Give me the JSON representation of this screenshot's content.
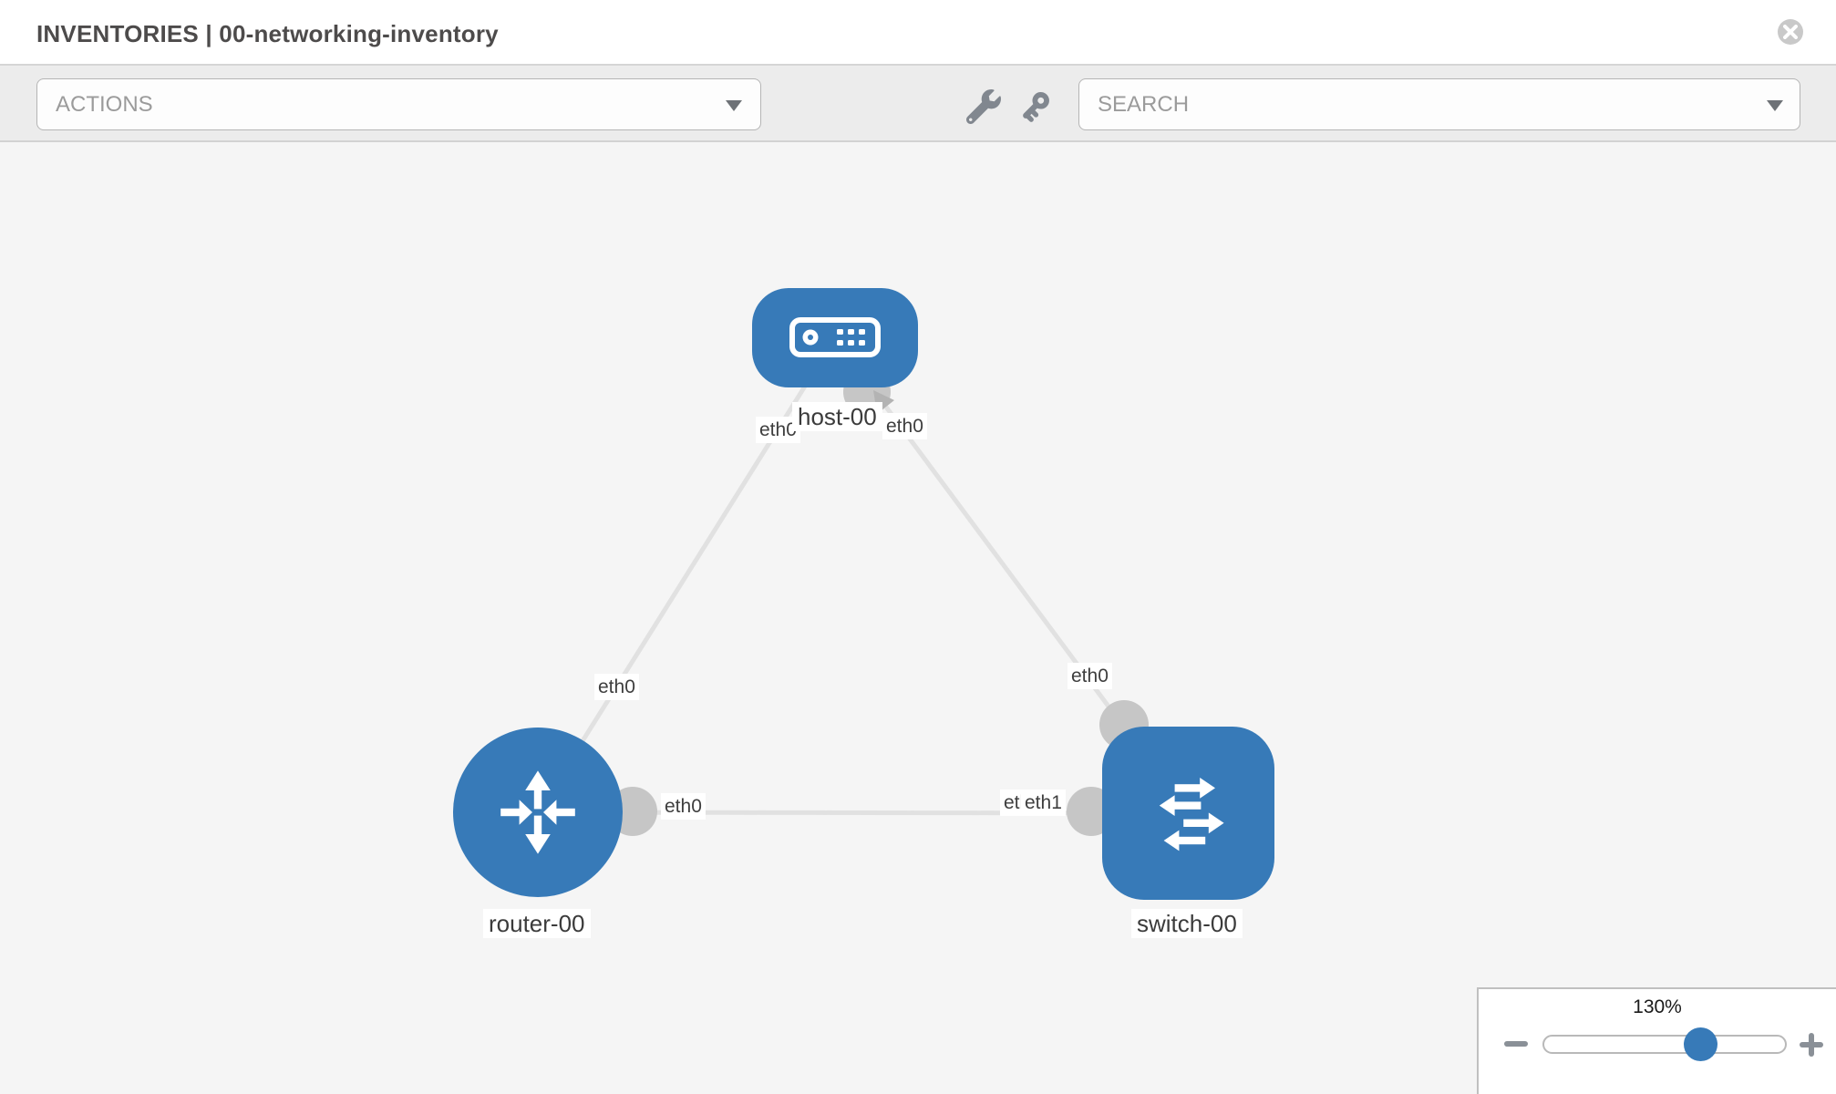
{
  "header": {
    "title": "INVENTORIES | 00-networking-inventory"
  },
  "toolbar": {
    "actions_label": "ACTIONS",
    "search_placeholder": "SEARCH"
  },
  "icons": {
    "close": "x-circle",
    "wrench": "wrench",
    "key": "key",
    "actions_caret": "chevron-down",
    "search_caret": "chevron-down",
    "zoom_out": "minus",
    "zoom_in": "plus"
  },
  "colors": {
    "node_blue": "#377ab8",
    "link_gray": "#e1e1e1",
    "endpoint_gray": "#c6c6c6",
    "toolbar_bg": "#ececec",
    "canvas_bg": "#f5f5f5"
  },
  "topology": {
    "nodes": [
      {
        "id": "host-00",
        "type": "host",
        "label": "host-00"
      },
      {
        "id": "router-00",
        "type": "router",
        "label": "router-00"
      },
      {
        "id": "switch-00",
        "type": "switch",
        "label": "switch-00"
      }
    ],
    "links": [
      {
        "from": "host-00",
        "to": "router-00"
      },
      {
        "from": "host-00",
        "to": "switch-00"
      },
      {
        "from": "router-00",
        "to": "switch-00"
      }
    ],
    "interface_chips": [
      {
        "text": "eth0",
        "position": "host-left"
      },
      {
        "text": "eth0",
        "position": "host-right"
      },
      {
        "text": "eth0",
        "position": "router-top"
      },
      {
        "text": "eth0",
        "position": "switch-top"
      },
      {
        "text": "eth0",
        "position": "router-right"
      },
      {
        "text": "eth0",
        "position": "switch-left-under"
      },
      {
        "text": "eth1",
        "position": "switch-left"
      }
    ]
  },
  "zoom_panel": {
    "level": "130%"
  }
}
